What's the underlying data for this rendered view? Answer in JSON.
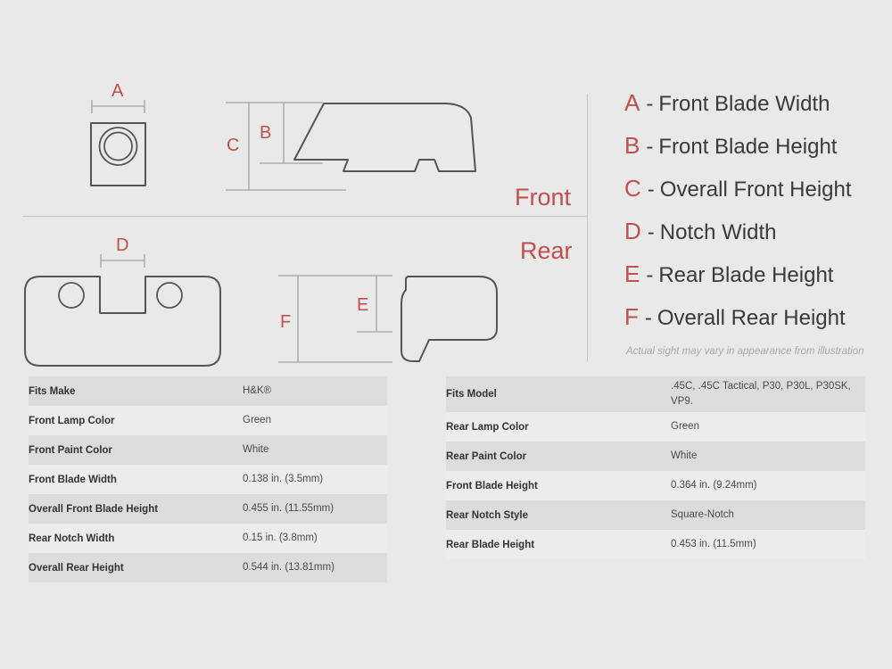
{
  "diagram": {
    "view_labels": {
      "front": "Front",
      "rear": "Rear"
    },
    "dimension_letters": {
      "a": "A",
      "b": "B",
      "c": "C",
      "d": "D",
      "e": "E",
      "f": "F"
    }
  },
  "legend": {
    "items": [
      {
        "key": "A",
        "dash": "-",
        "text": "Front Blade Width"
      },
      {
        "key": "B",
        "dash": "-",
        "text": "Front Blade Height"
      },
      {
        "key": "C",
        "dash": "-",
        "text": "Overall Front Height"
      },
      {
        "key": "D",
        "dash": "-",
        "text": "Notch Width"
      },
      {
        "key": "E",
        "dash": "-",
        "text": "Rear Blade Height"
      },
      {
        "key": "F",
        "dash": "-",
        "text": "Overall Rear Height"
      }
    ],
    "footnote": "Actual sight may vary in appearance from illustration"
  },
  "spec_table_left": {
    "rows": [
      {
        "label": "Fits Make",
        "value": "H&K®"
      },
      {
        "label": "Front Lamp Color",
        "value": "Green"
      },
      {
        "label": "Front Paint Color",
        "value": "White"
      },
      {
        "label": "Front Blade Width",
        "value": "0.138 in. (3.5mm)"
      },
      {
        "label": "Overall Front Blade Height",
        "value": "0.455 in. (11.55mm)"
      },
      {
        "label": "Rear Notch Width",
        "value": "0.15 in. (3.8mm)"
      },
      {
        "label": "Overall Rear Height",
        "value": "0.544 in. (13.81mm)"
      }
    ]
  },
  "spec_table_right": {
    "rows": [
      {
        "label": "Fits Model",
        "value": ".45C, .45C Tactical, P30, P30L, P30SK, VP9."
      },
      {
        "label": "Rear Lamp Color",
        "value": "Green"
      },
      {
        "label": "Rear Paint Color",
        "value": "White"
      },
      {
        "label": "Front Blade Height",
        "value": "0.364 in. (9.24mm)"
      },
      {
        "label": "Rear Notch Style",
        "value": "Square-Notch"
      },
      {
        "label": "Rear Blade Height",
        "value": "0.453 in. (11.5mm)"
      }
    ]
  },
  "colors": {
    "accent_red": "#c0504d",
    "page_background": "#e9e9e9",
    "row_shaded": "#dcdcdc",
    "row_plain": "#ececec",
    "outline": "#555555"
  }
}
